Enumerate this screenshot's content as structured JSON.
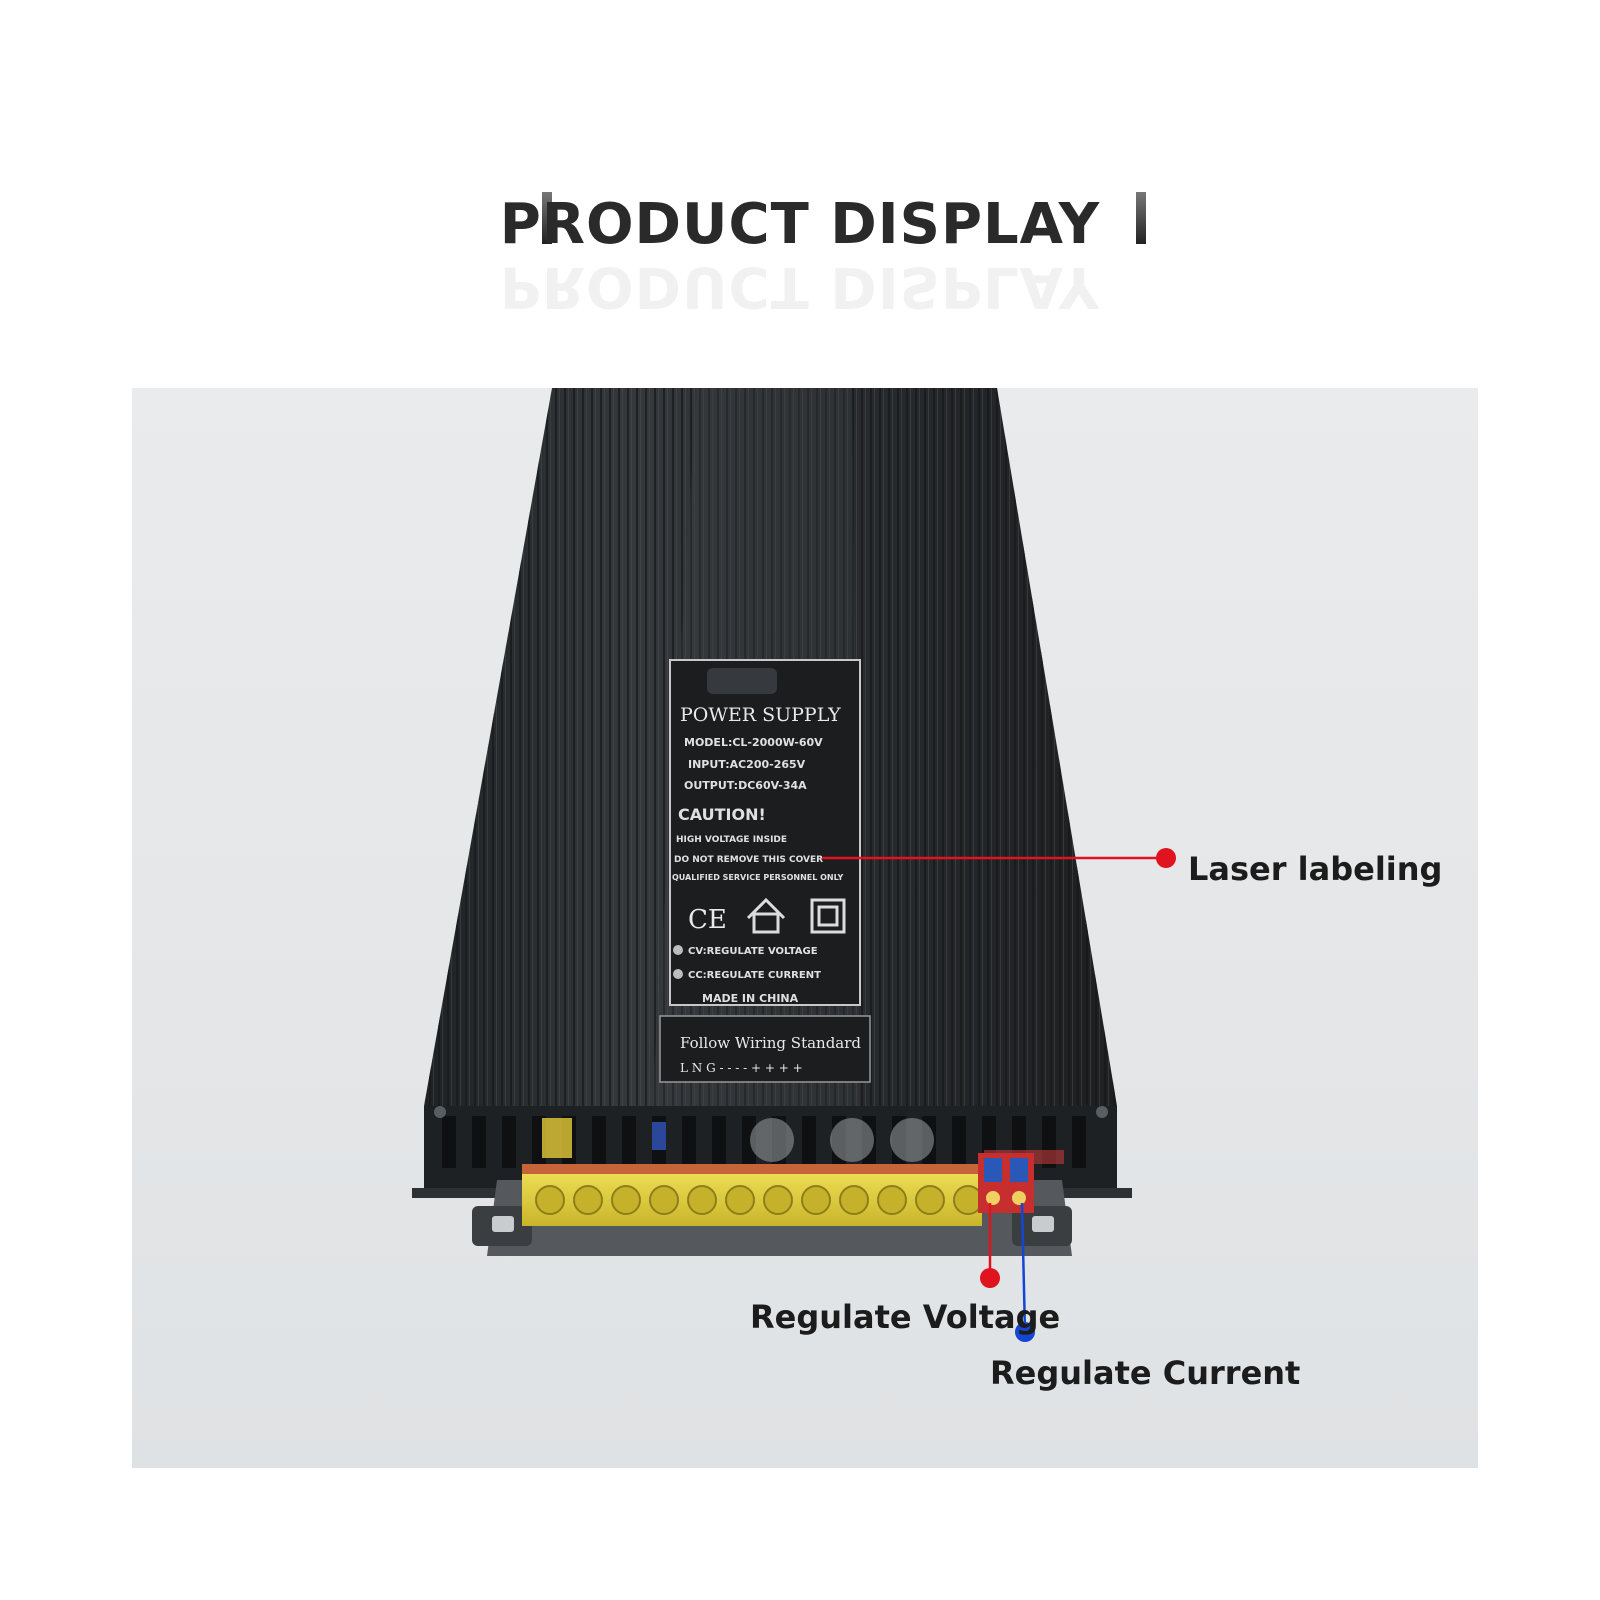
{
  "header": {
    "title": "PRODUCT DISPLAY"
  },
  "product_label": {
    "title": "POWER SUPPLY",
    "model": "MODEL:CL-2000W-60V",
    "input": "INPUT:AC200-265V",
    "output": "OUTPUT:DC60V-34A",
    "caution": "CAUTION!",
    "warning_1": "HIGH VOLTAGE INSIDE",
    "warning_2": "DO NOT REMOVE THIS COVER",
    "warning_3": "QUALIFIED SERVICE PERSONNEL ONLY",
    "cert_mark": "CE",
    "cv": "CV:REGULATE VOLTAGE",
    "cc": "CC:REGULATE CURRENT",
    "origin": "MADE IN CHINA",
    "wiring_title": "Follow Wiring Standard",
    "wiring_terminals": "L N G - - - - + + + +"
  },
  "callouts": {
    "laser": "Laser labeling",
    "voltage": "Regulate Voltage",
    "current": "Regulate Current"
  },
  "colors": {
    "callout_red": "#e0141e",
    "callout_blue": "#1446d6",
    "case": "#2b2e30",
    "terminal_yellow": "#e3d23a"
  }
}
